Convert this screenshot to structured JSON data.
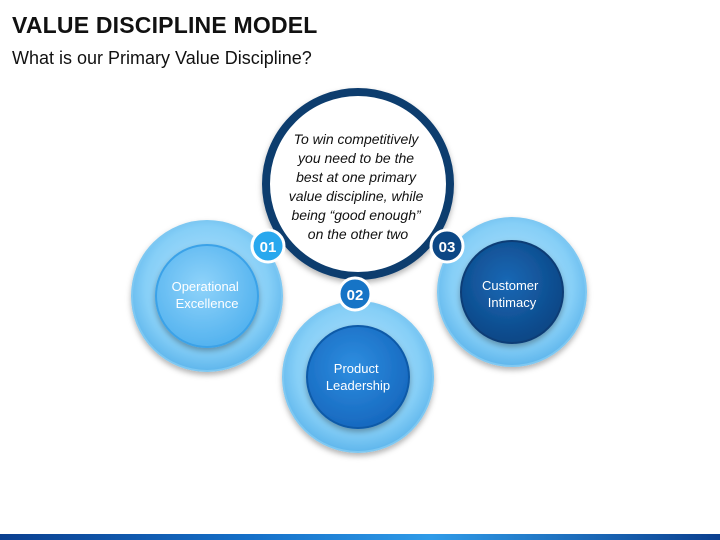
{
  "title": "VALUE DISCIPLINE MODEL",
  "subtitle": "What is our Primary Value Discipline?",
  "center": {
    "lines": [
      "To win competitively",
      "you need to be the",
      "best at one primary",
      "value discipline, while",
      "being “good enough”",
      "on the other two"
    ]
  },
  "disciplines": [
    {
      "number": "01",
      "label_lines": [
        "Operational",
        "Excellence"
      ]
    },
    {
      "number": "02",
      "label_lines": [
        "Product",
        "Leadership"
      ]
    },
    {
      "number": "03",
      "label_lines": [
        "Customer",
        "Intimacy"
      ]
    }
  ],
  "colors": {
    "navy": "#0d3d6e",
    "light_blue": "#6fc3f5",
    "mid_blue": "#1f72c8",
    "dark_blue": "#0a4f95",
    "badge_light": "#29a8ee",
    "badge_mid": "#1674c6",
    "badge_dark": "#0c4785"
  }
}
